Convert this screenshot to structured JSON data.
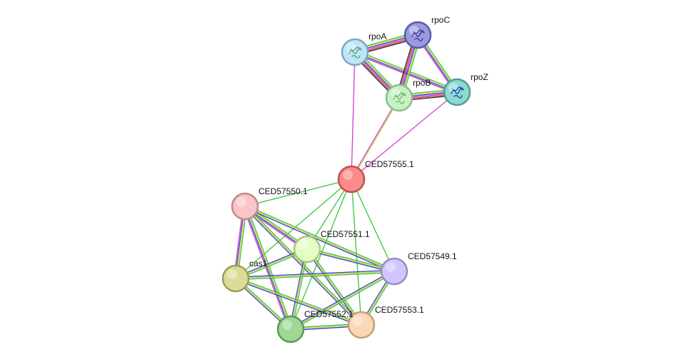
{
  "nodes": [
    {
      "id": "rpoA",
      "label": "rpoA",
      "fill": "#bfe6f7",
      "stroke": "#7fa6c0",
      "has_structure": true,
      "structure_color": "#5aa58c"
    },
    {
      "id": "rpoC",
      "label": "rpoC",
      "fill": "#9a9ae0",
      "stroke": "#5a5aa8",
      "has_structure": true,
      "structure_color": "#4a3aa0"
    },
    {
      "id": "rpoB",
      "label": "rpoB",
      "fill": "#c9f0c4",
      "stroke": "#86c08a",
      "has_structure": true,
      "structure_color": "#6cbf5e"
    },
    {
      "id": "rpoZ",
      "label": "rpoZ",
      "fill": "#8ed9cf",
      "stroke": "#4e9e96",
      "has_structure": true,
      "structure_color": "#1a4fa8"
    },
    {
      "id": "CED57555.1",
      "label": "CED57555.1",
      "fill": "#fb8a8a",
      "stroke": "#c05050",
      "has_structure": false
    },
    {
      "id": "CED57550.1",
      "label": "CED57550.1",
      "fill": "#f8c6c6",
      "stroke": "#c08a8a",
      "has_structure": false
    },
    {
      "id": "CED57551.1",
      "label": "CED57551.1",
      "fill": "#e4fdc4",
      "stroke": "#aac28a",
      "has_structure": false
    },
    {
      "id": "CED57549.1",
      "label": "CED57549.1",
      "fill": "#d2c4fc",
      "stroke": "#9a8ac4",
      "has_structure": false
    },
    {
      "id": "cas1",
      "label": "cas1",
      "fill": "#dcdc98",
      "stroke": "#9c9c5a",
      "has_structure": false
    },
    {
      "id": "CED57552.1",
      "label": "CED57552.1",
      "fill": "#9ed894",
      "stroke": "#5a9a52",
      "has_structure": false
    },
    {
      "id": "CED57553.1",
      "label": "CED57553.1",
      "fill": "#fbd8b4",
      "stroke": "#c4a07a",
      "has_structure": false
    }
  ],
  "evidence_colors": {
    "green": "#3cc43c",
    "yellow": "#c8d23c",
    "blue": "#3c3cd2",
    "magenta": "#d23cd2",
    "red": "#d23c3c",
    "cyan": "#3cc8c8",
    "black": "#222222"
  },
  "edges": [
    {
      "source": "rpoA",
      "target": "rpoC",
      "evidence": [
        "green",
        "yellow",
        "blue",
        "magenta",
        "red",
        "black"
      ]
    },
    {
      "source": "rpoA",
      "target": "rpoB",
      "evidence": [
        "green",
        "yellow",
        "blue",
        "magenta",
        "red",
        "black"
      ]
    },
    {
      "source": "rpoA",
      "target": "rpoZ",
      "evidence": [
        "green",
        "yellow",
        "blue",
        "magenta"
      ]
    },
    {
      "source": "rpoC",
      "target": "rpoB",
      "evidence": [
        "green",
        "yellow",
        "blue",
        "magenta",
        "red",
        "black"
      ]
    },
    {
      "source": "rpoC",
      "target": "rpoZ",
      "evidence": [
        "green",
        "yellow",
        "blue",
        "magenta"
      ]
    },
    {
      "source": "rpoB",
      "target": "rpoZ",
      "evidence": [
        "green",
        "yellow",
        "blue",
        "magenta",
        "red",
        "black"
      ]
    },
    {
      "source": "CED57555.1",
      "target": "rpoA",
      "evidence": [
        "magenta"
      ]
    },
    {
      "source": "CED57555.1",
      "target": "rpoB",
      "evidence": [
        "magenta",
        "yellow"
      ]
    },
    {
      "source": "CED57555.1",
      "target": "rpoZ",
      "evidence": [
        "magenta"
      ]
    },
    {
      "source": "CED57555.1",
      "target": "CED57550.1",
      "evidence": [
        "green"
      ]
    },
    {
      "source": "CED57555.1",
      "target": "CED57551.1",
      "evidence": [
        "green"
      ]
    },
    {
      "source": "CED57555.1",
      "target": "CED57549.1",
      "evidence": [
        "green"
      ]
    },
    {
      "source": "CED57555.1",
      "target": "cas1",
      "evidence": [
        "green"
      ]
    },
    {
      "source": "CED57555.1",
      "target": "CED57552.1",
      "evidence": [
        "green"
      ]
    },
    {
      "source": "CED57555.1",
      "target": "CED57553.1",
      "evidence": [
        "green"
      ]
    },
    {
      "source": "CED57550.1",
      "target": "CED57551.1",
      "evidence": [
        "green",
        "yellow",
        "blue",
        "magenta"
      ]
    },
    {
      "source": "CED57550.1",
      "target": "CED57549.1",
      "evidence": [
        "green",
        "yellow",
        "blue"
      ]
    },
    {
      "source": "CED57550.1",
      "target": "cas1",
      "evidence": [
        "green",
        "yellow",
        "blue",
        "magenta"
      ]
    },
    {
      "source": "CED57550.1",
      "target": "CED57552.1",
      "evidence": [
        "green",
        "yellow",
        "blue",
        "magenta"
      ]
    },
    {
      "source": "CED57550.1",
      "target": "CED57553.1",
      "evidence": [
        "green",
        "yellow",
        "blue"
      ]
    },
    {
      "source": "CED57551.1",
      "target": "CED57549.1",
      "evidence": [
        "green",
        "yellow",
        "blue"
      ]
    },
    {
      "source": "CED57551.1",
      "target": "cas1",
      "evidence": [
        "green",
        "yellow",
        "blue"
      ]
    },
    {
      "source": "CED57551.1",
      "target": "CED57552.1",
      "evidence": [
        "green",
        "yellow",
        "blue"
      ]
    },
    {
      "source": "CED57551.1",
      "target": "CED57553.1",
      "evidence": [
        "green",
        "yellow",
        "blue"
      ]
    },
    {
      "source": "CED57549.1",
      "target": "cas1",
      "evidence": [
        "green",
        "yellow",
        "blue"
      ]
    },
    {
      "source": "CED57549.1",
      "target": "CED57552.1",
      "evidence": [
        "green",
        "yellow",
        "blue"
      ]
    },
    {
      "source": "CED57549.1",
      "target": "CED57553.1",
      "evidence": [
        "green",
        "yellow",
        "blue"
      ]
    },
    {
      "source": "cas1",
      "target": "CED57552.1",
      "evidence": [
        "green",
        "yellow",
        "blue"
      ]
    },
    {
      "source": "cas1",
      "target": "CED57553.1",
      "evidence": [
        "green",
        "yellow",
        "blue"
      ]
    },
    {
      "source": "CED57552.1",
      "target": "CED57553.1",
      "evidence": [
        "green",
        "yellow",
        "blue"
      ]
    }
  ]
}
